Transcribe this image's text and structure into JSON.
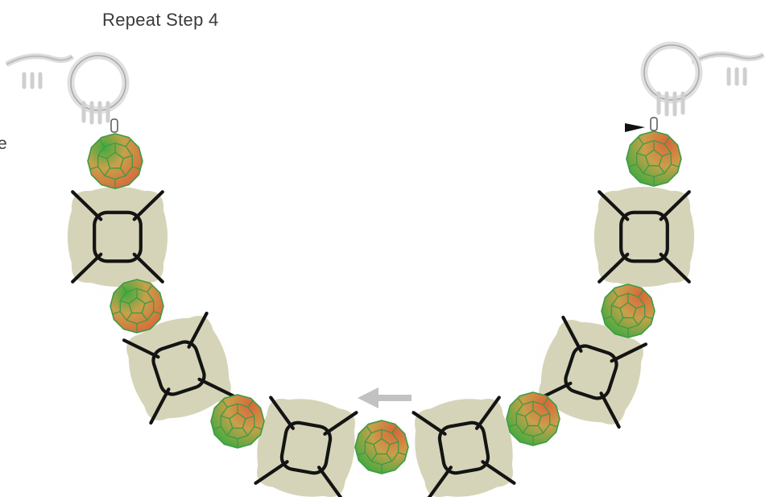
{
  "instruction": {
    "title": "Repeat Step 4",
    "edge_text": "e"
  },
  "diagram": {
    "bead_colors": {
      "large_bead_fill": "#d6d4b8",
      "large_bead_shade": "#e8e7d6",
      "groove": "#141414",
      "small_bead_green": "#3cab3f",
      "small_bead_red": "#d9663a",
      "small_bead_mid": "#c8a04a",
      "small_bead_outline": "#3e9a44",
      "clasp": "#d4d4d4",
      "arrow": "#c2c2c2"
    },
    "direction_arrow": "left-arrow",
    "needle_marker": "black-pointer-right"
  }
}
